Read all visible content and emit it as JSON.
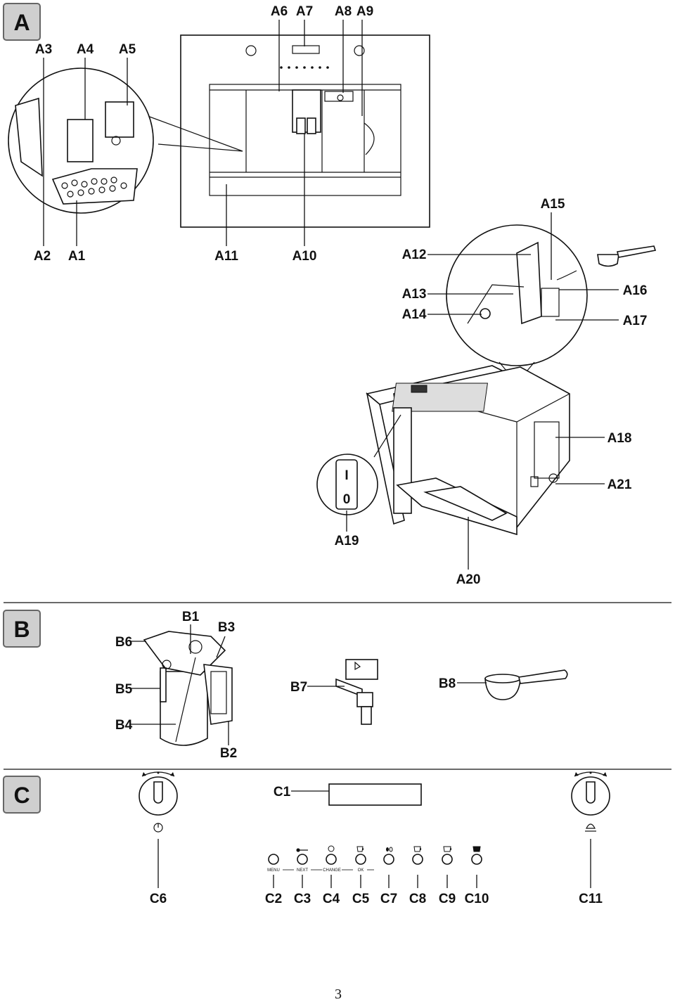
{
  "sections": [
    {
      "id": "A",
      "label": "A"
    },
    {
      "id": "B",
      "label": "B"
    },
    {
      "id": "C",
      "label": "C"
    }
  ],
  "callouts": {
    "a1": "A1",
    "a2": "A2",
    "a3": "A3",
    "a4": "A4",
    "a5": "A5",
    "a6": "A6",
    "a7": "A7",
    "a8": "A8",
    "a9": "A9",
    "a10": "A10",
    "a11": "A11",
    "a12": "A12",
    "a13": "A13",
    "a14": "A14",
    "a15": "A15",
    "a16": "A16",
    "a17": "A17",
    "a18": "A18",
    "a19": "A19",
    "a20": "A20",
    "a21": "A21",
    "b1": "B1",
    "b2": "B2",
    "b3": "B3",
    "b4": "B4",
    "b5": "B5",
    "b6": "B6",
    "b7": "B7",
    "b8": "B8",
    "c1": "C1",
    "c2": "C2",
    "c3": "C3",
    "c4": "C4",
    "c5": "C5",
    "c6": "C6",
    "c7": "C7",
    "c8": "C8",
    "c9": "C9",
    "c10": "C10",
    "c11": "C11"
  },
  "power_switch": {
    "on_mark": "I",
    "off_mark": "0"
  },
  "panel_labels": {
    "menu": "MENU",
    "next": "NEXT",
    "change": "CHANGE",
    "ok": "OK"
  },
  "page_number": "3",
  "icons": [
    "power-icon",
    "steam-icon",
    "spoon-icon",
    "coffee-beans-icon",
    "cup-icon",
    "hot-water-icon"
  ]
}
